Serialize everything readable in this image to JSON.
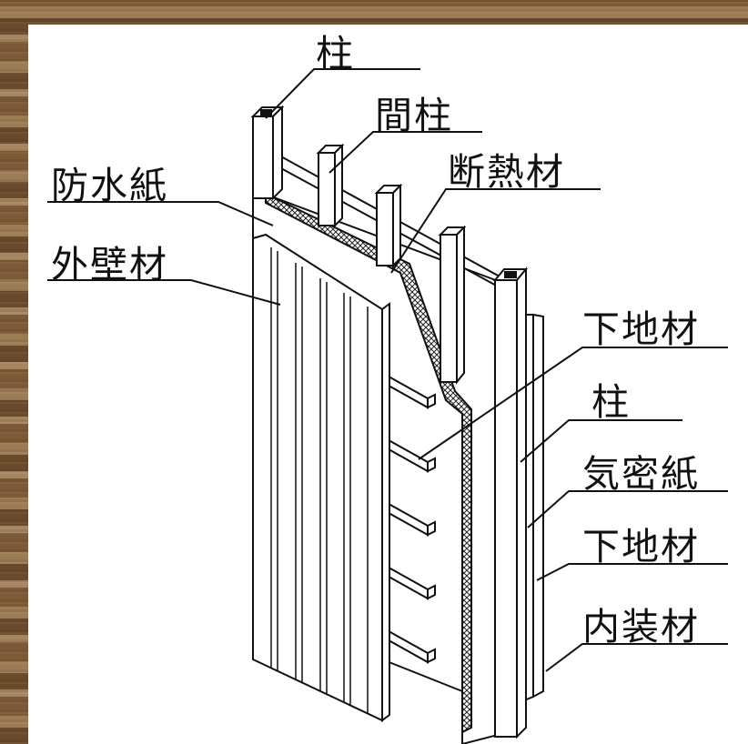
{
  "labels": {
    "hashira_top": "柱",
    "mabashira": "間柱",
    "dannetsuzai": "断熱材",
    "bousuishi": "防水紙",
    "gaihekizai": "外壁材",
    "shitajizai_outer": "下地材",
    "hashira_inner": "柱",
    "kimitsushi": "気密紙",
    "shitajizai_inner": "下地材",
    "naisouzai": "内装材"
  },
  "colors": {
    "line": "#111111",
    "panel": "#ffffff",
    "wood_background": "#8a6a45"
  }
}
